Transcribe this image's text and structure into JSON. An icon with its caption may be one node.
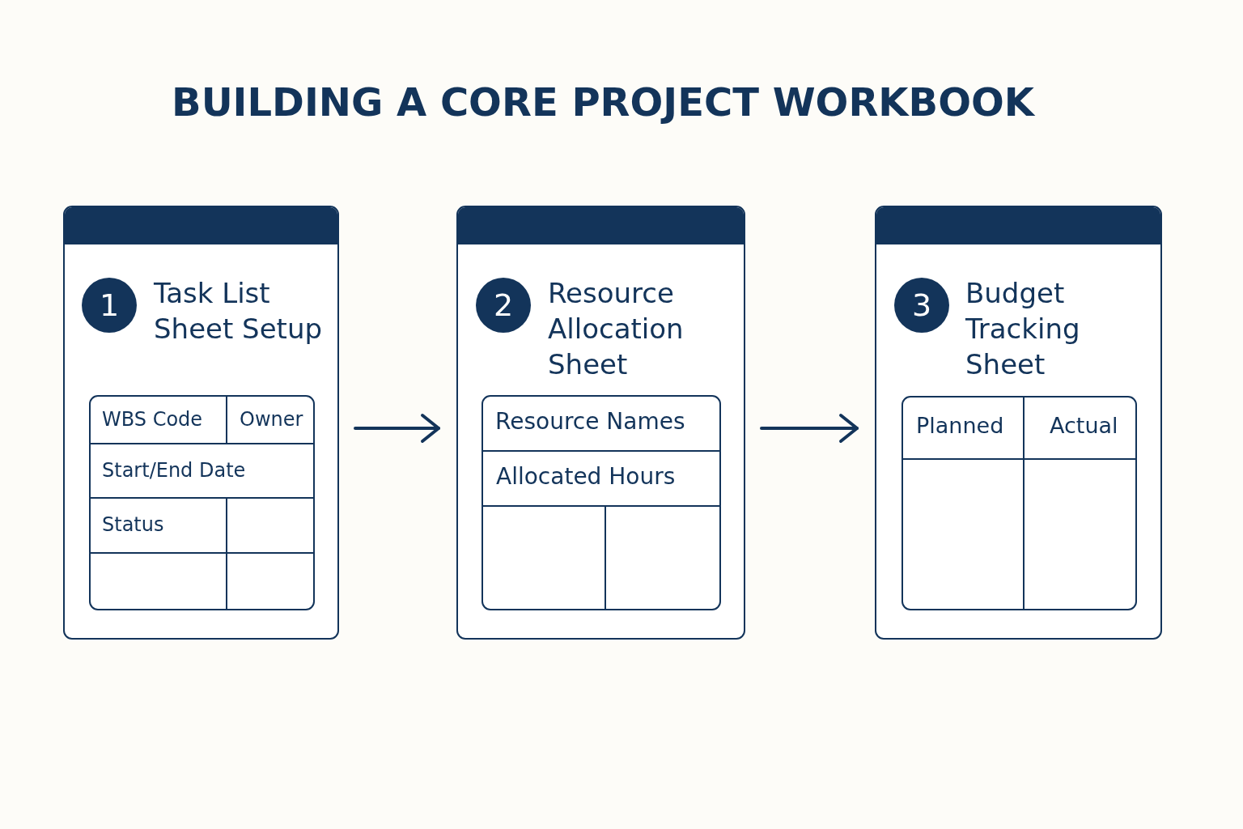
{
  "diagram": {
    "title": "BUILDING A CORE PROJECT WORKBOOK",
    "nodes": [
      {
        "text": [
          "Task List Sheet Setup"
        ]
      },
      {
        "text": [
          "1"
        ],
        "in": 0
      },
      {
        "text": [
          "Resource Allocation Sheet"
        ]
      },
      {
        "text": [
          "2"
        ],
        "in": 2
      },
      {
        "text": [
          "Budget Tracking Sheet"
        ]
      },
      {
        "text": [
          "3"
        ],
        "in": 4
      }
    ],
    "edges": [
      {
        "from": 0,
        "to": 2,
        "arrow": "to"
      },
      {
        "from": 2,
        "to": 4,
        "arrow": "to"
      }
    ],
    "labels": [
      "WBS Code",
      "Owner",
      "Start/End Date",
      "Status",
      "Resource Names",
      "Allocated Hours",
      "Planned",
      "Actual"
    ]
  }
}
